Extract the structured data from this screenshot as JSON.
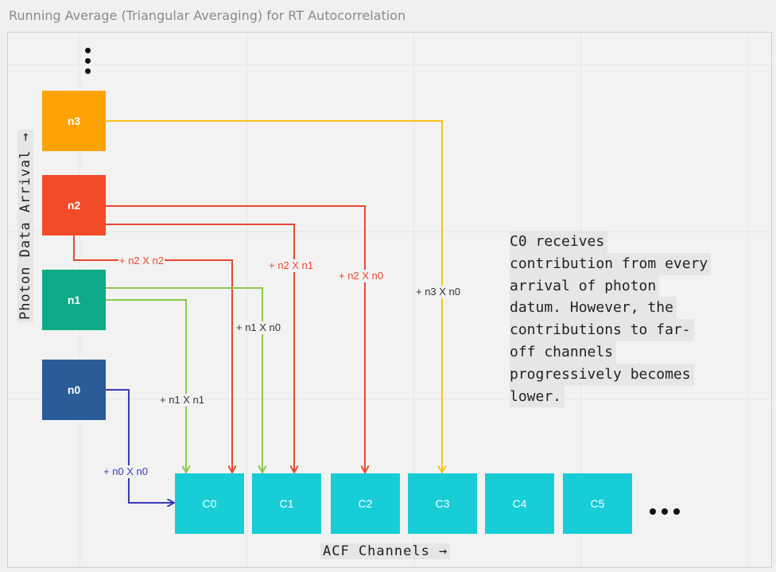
{
  "title": "Running Average (Triangular Averaging) for RT Autocorrelation",
  "arrivals": [
    {
      "id": "n3",
      "label": "n3",
      "color": "#fda205"
    },
    {
      "id": "n2",
      "label": "n2",
      "color": "#f24b27"
    },
    {
      "id": "n1",
      "label": "n1",
      "color": "#0ea987"
    },
    {
      "id": "n0",
      "label": "n0",
      "color": "#2b5c98"
    }
  ],
  "channels": [
    "C0",
    "C1",
    "C2",
    "C3",
    "C4",
    "C5"
  ],
  "connections": {
    "n3_c3": "+ n3 X n0",
    "n2_c0": "+ n2 X n2",
    "n2_c1": "+ n2 X n1",
    "n2_c2": "+ n2 X n0",
    "n1_c0": "+ n1 X n1",
    "n1_c1": "+ n1 X n0",
    "n0_c0": "+ n0 X n0"
  },
  "wire_colors": {
    "n3": "#f5c21b",
    "n2": "#e64a2e",
    "n1": "#8ac94a",
    "n0": "#3a3ab5"
  },
  "axis_y_label": "Photon Data Arrival →",
  "axis_x_label": "ACF Channels →",
  "note_lines": [
    "C0 receives",
    "contribution from every",
    "arrival of photon",
    "datum. However, the",
    "contributions to far-",
    "off channels",
    "progressively becomes",
    "lower."
  ]
}
